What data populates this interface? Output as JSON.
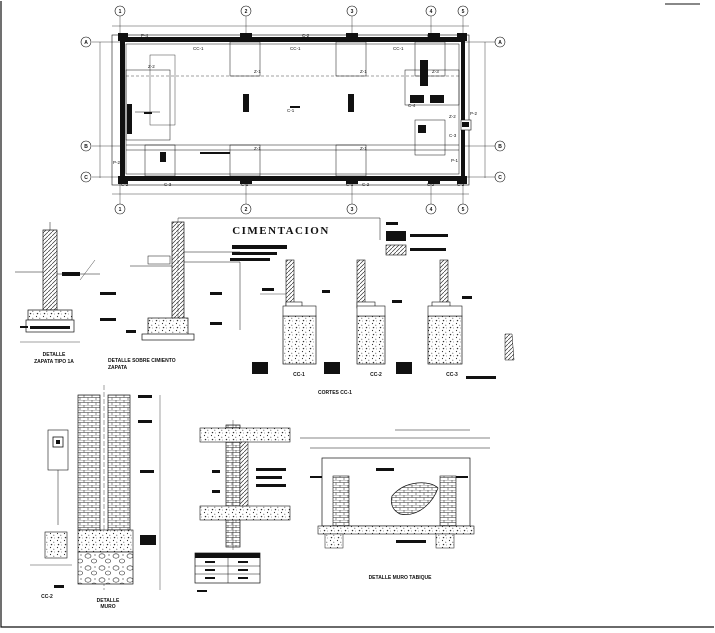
{
  "plan": {
    "grid_numbers": [
      "1",
      "2",
      "3",
      "4",
      "5"
    ],
    "grid_letters": [
      "A",
      "B",
      "C"
    ],
    "labels": {
      "c1": "C-1",
      "c2": "C-2",
      "p1": "P-1",
      "p2": "P-2",
      "p4": "P-4",
      "cc1": "CC-1",
      "z1": "Z-1",
      "z2": "Z-2",
      "z3": "Z-3",
      "c3": "C-3",
      "c4": "C-4"
    }
  },
  "foundation": {
    "title": "CIMENTACION",
    "detail_zapata": "DETALLE\nZAPATA TIPO 1A",
    "detail_sobrecimiento": "DETALLE SOBRE CIMIENTO\nZAPATA",
    "cortes_caption": "CORTES CC-1",
    "cc_labels": [
      "CC-1",
      "CC-2",
      "CC-3"
    ],
    "detail_muro": "DETALLE\nMURO",
    "corte_label": "CC-2",
    "detail_tabique": "DETALLE MURO TABIQUE"
  },
  "colors": {
    "ink": "#111111",
    "paper": "#ffffff",
    "hatch": "#555555"
  }
}
